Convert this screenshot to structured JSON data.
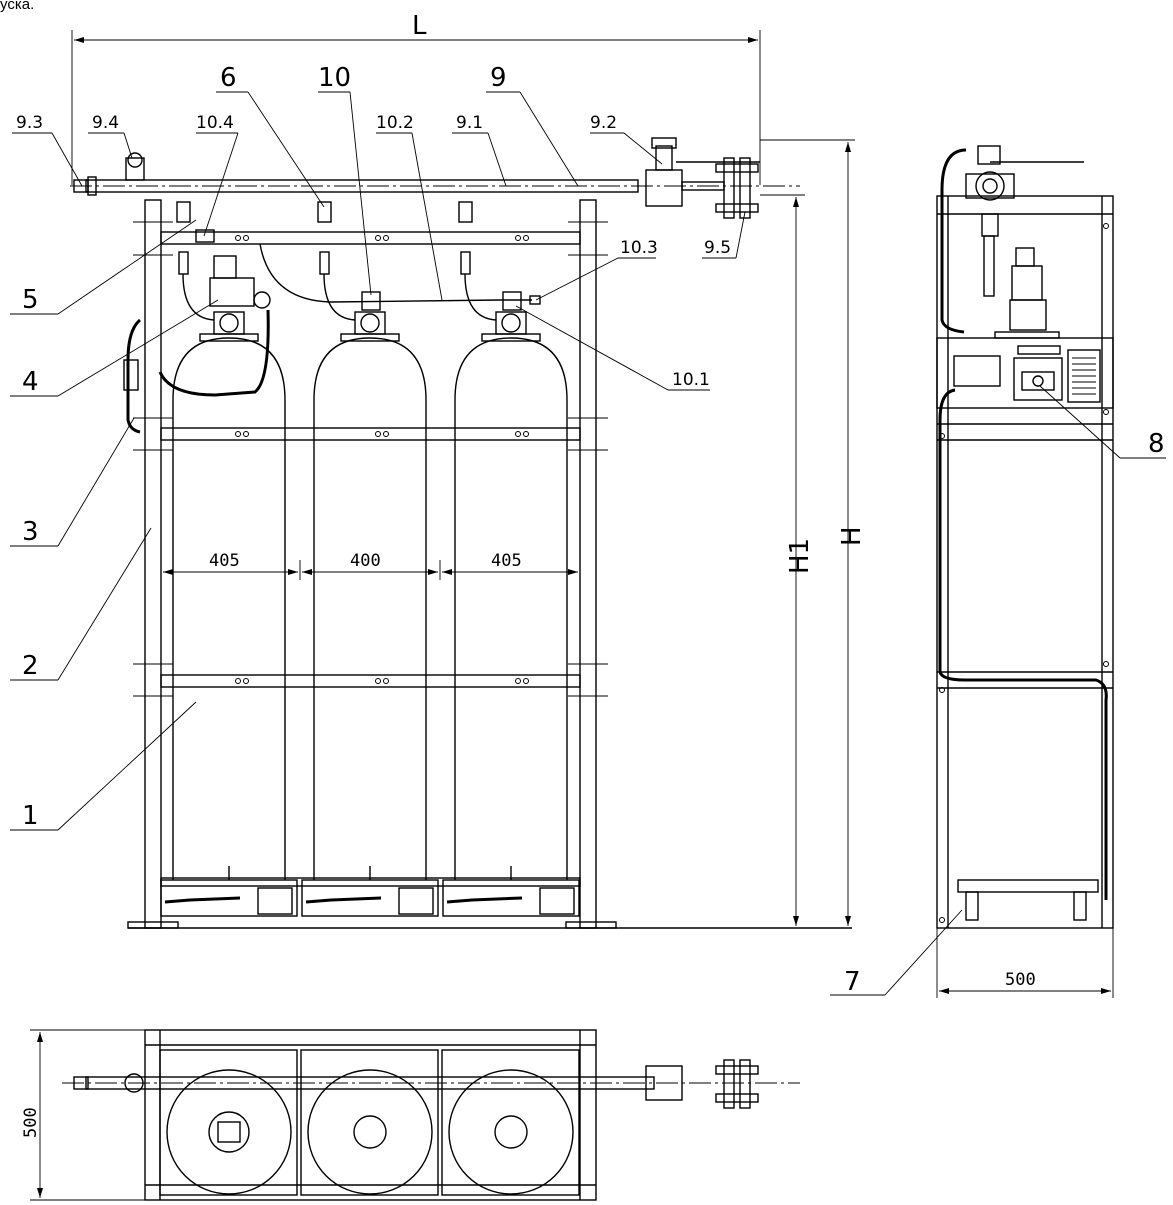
{
  "header_text": "уска.",
  "dimensions": {
    "L": "L",
    "H": "H",
    "H1": "H1",
    "spacing": [
      "405",
      "400",
      "405"
    ],
    "side_width": "500",
    "plan_width": "500"
  },
  "callouts": {
    "c1": "1",
    "c2": "2",
    "c3": "3",
    "c4": "4",
    "c5": "5",
    "c6": "6",
    "c7": "7",
    "c8": "8",
    "c9": "9",
    "c10": "10",
    "c9_1": "9.1",
    "c9_2": "9.2",
    "c9_3": "9.3",
    "c9_4": "9.4",
    "c9_5": "9.5",
    "c10_1": "10.1",
    "c10_2": "10.2",
    "c10_3": "10.3",
    "c10_4": "10.4"
  }
}
